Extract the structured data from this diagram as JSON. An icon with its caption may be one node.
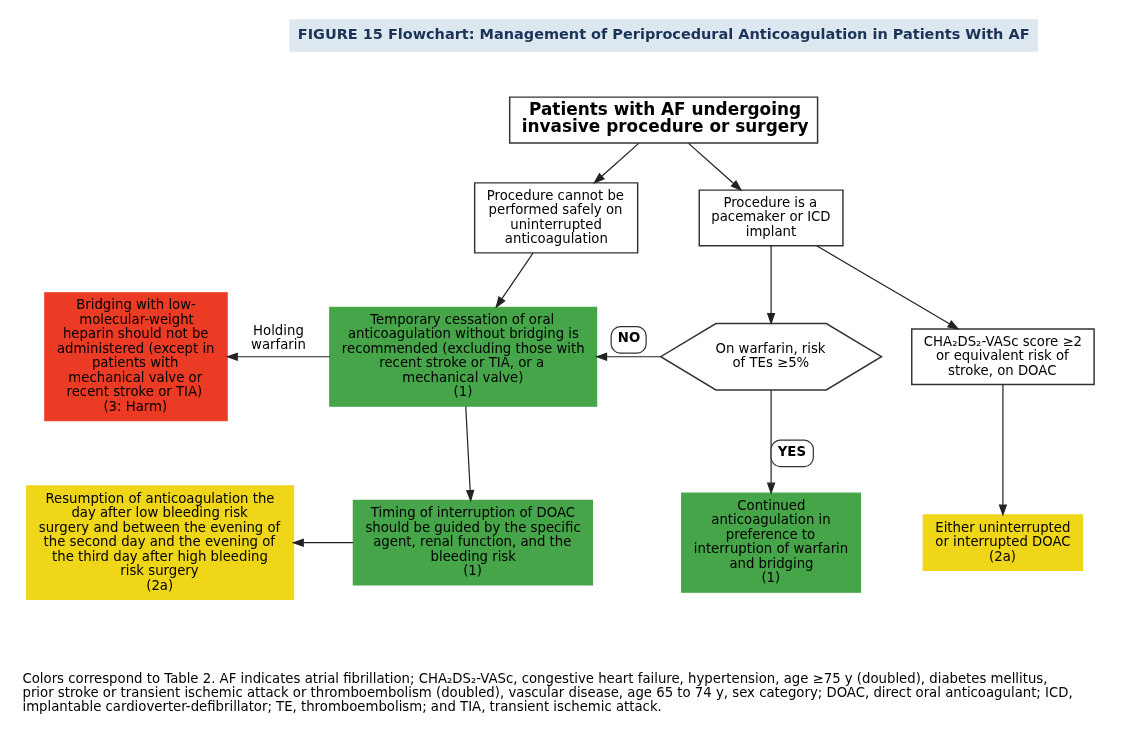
{
  "diagram": {
    "title": "FIGURE 15 Flowchart: Management of Periprocedural Anticoagulation in Patients With AF",
    "caption": "Colors correspond to Table 2. AF indicates atrial fibrillation; CHA₂DS₂-VASc, congestive heart failure, hypertension, age ≥75 y (doubled), diabetes mellitus, prior stroke or transient ischemic attack or thromboembolism (doubled), vascular disease, age 65 to 74 y, sex category; DOAC, direct oral anticoagulant; ICD, implantable cardioverter-defibrillator; TE, thromboembolism; and TIA, transient ischemic attack.",
    "nodes": [
      {
        "text": [
          "Patients with AF undergoing invasive procedure or surgery"
        ]
      },
      {
        "text": [
          "Procedure cannot be performed safely on uninterrupted anticoagulation"
        ]
      },
      {
        "text": [
          "Procedure is a pacemaker or ICD implant"
        ]
      },
      {
        "text": [
          "Bridging with low-molecular-weight heparin should not be administered (except in patients with mechanical valve or recent stroke or TIA) (3: Harm)"
        ]
      },
      {
        "text": [
          "Temporary cessation of oral anticoagulation without bridging is recommended (excluding those with recent stroke or TIA, or a mechanical valve) (1)"
        ]
      },
      {
        "text": [
          "On warfarin, risk of TEs ≥5%"
        ]
      },
      {
        "text": [
          "CHA₂DS₂-VASc score ≥2 or equivalent risk of stroke, on DOAC"
        ]
      },
      {
        "text": [
          "Resumption of anticoagulation the day after low bleeding risk surgery and between the evening of the second day and the evening of the third day after high bleeding risk surgery (2a)"
        ]
      },
      {
        "text": [
          "Timing of interruption of DOAC should be guided by the specific agent, renal function, and the bleeding risk (1)"
        ]
      },
      {
        "text": [
          "Continued anticoagulation in preference to interruption of warfarin and bridging (1)"
        ]
      },
      {
        "text": [
          "Either uninterrupted or interrupted DOAC (2a)"
        ]
      }
    ],
    "edges": [
      {
        "from": 0,
        "to": 1,
        "arrow": "to"
      },
      {
        "from": 0,
        "to": 2,
        "arrow": "to"
      },
      {
        "from": 1,
        "to": 4,
        "arrow": "to"
      },
      {
        "from": 2,
        "to": 5,
        "arrow": "to"
      },
      {
        "from": 2,
        "to": 6,
        "arrow": "to"
      },
      {
        "from": 5,
        "to": 4,
        "arrow": "to",
        "label": "NO"
      },
      {
        "from": 4,
        "to": 3,
        "arrow": "to",
        "label": "Holding warfarin"
      },
      {
        "from": 5,
        "to": 9,
        "arrow": "to",
        "label": "YES"
      },
      {
        "from": 4,
        "to": 8,
        "arrow": "to"
      },
      {
        "from": 6,
        "to": 10,
        "arrow": "to"
      },
      {
        "from": 8,
        "to": 7,
        "arrow": "to"
      }
    ]
  }
}
